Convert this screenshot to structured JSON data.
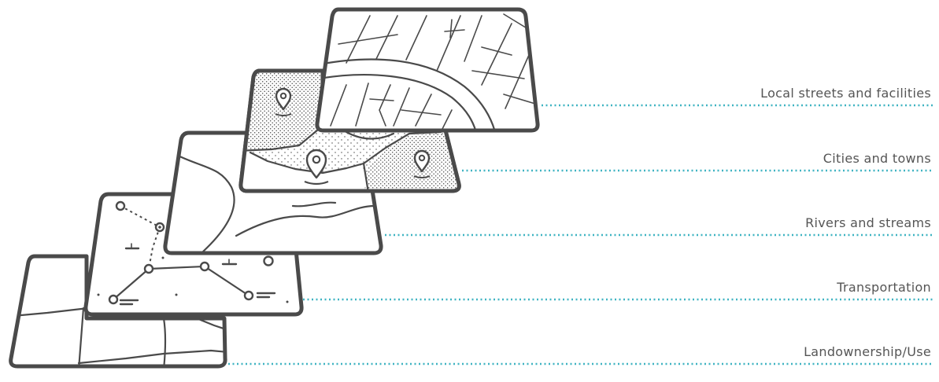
{
  "diagram": {
    "layers": [
      {
        "id": "streets",
        "label": "Local streets and facilities"
      },
      {
        "id": "cities",
        "label": "Cities and towns"
      },
      {
        "id": "rivers",
        "label": "Rivers and streams"
      },
      {
        "id": "transport",
        "label": "Transportation"
      },
      {
        "id": "land",
        "label": "Landownership/Use"
      }
    ],
    "colors": {
      "outline": "#4a4a4a",
      "leader": "#3fb3c2",
      "label_text": "#555555",
      "background": "#ffffff"
    },
    "icons": [
      "map-pin-icon"
    ]
  }
}
